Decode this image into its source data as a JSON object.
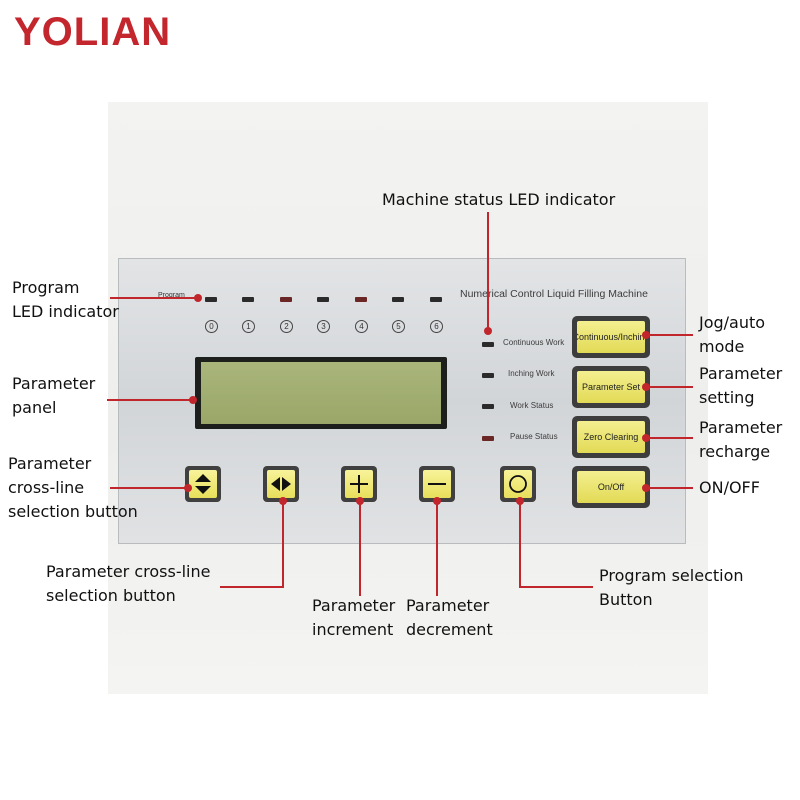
{
  "brand": {
    "logo": "YOLIAN",
    "color": "#c4262e"
  },
  "panel": {
    "title": "Numerical Control Liquid Filling Machine",
    "program_label": "Program",
    "program_numbers": [
      "0",
      "1",
      "2",
      "3",
      "4",
      "5",
      "6"
    ],
    "status_leds": [
      "Continuous Work",
      "Inching Work",
      "Work Status",
      "Pause Status"
    ],
    "side_buttons": [
      "Continuous/Inching",
      "Parameter Set",
      "Zero Clearing",
      "On/Off"
    ],
    "key_icons": [
      "up-down-arrows-icon",
      "left-right-arrows-icon",
      "plus-icon",
      "minus-icon",
      "circle-icon"
    ],
    "button_color": "#efe87a",
    "lcd_color": "#a3af72"
  },
  "callouts": {
    "machine_status": "Machine status LED indicator",
    "program_led": "Program\nLED indicator",
    "parameter_panel": "Parameter\npanel",
    "cross_line_left": "Parameter\ncross-line\nselection button",
    "cross_line_bottom": "Parameter cross-line\nselection button",
    "increment": "Parameter\nincrement",
    "decrement": "Parameter\ndecrement",
    "program_selection": "Program selection\nButton",
    "jog_auto": "Jog/auto\nmode",
    "parameter_setting": "Parameter\nsetting",
    "parameter_recharge": "Parameter\nrecharge",
    "on_off": "ON/OFF"
  },
  "line_color": "#c0262c"
}
